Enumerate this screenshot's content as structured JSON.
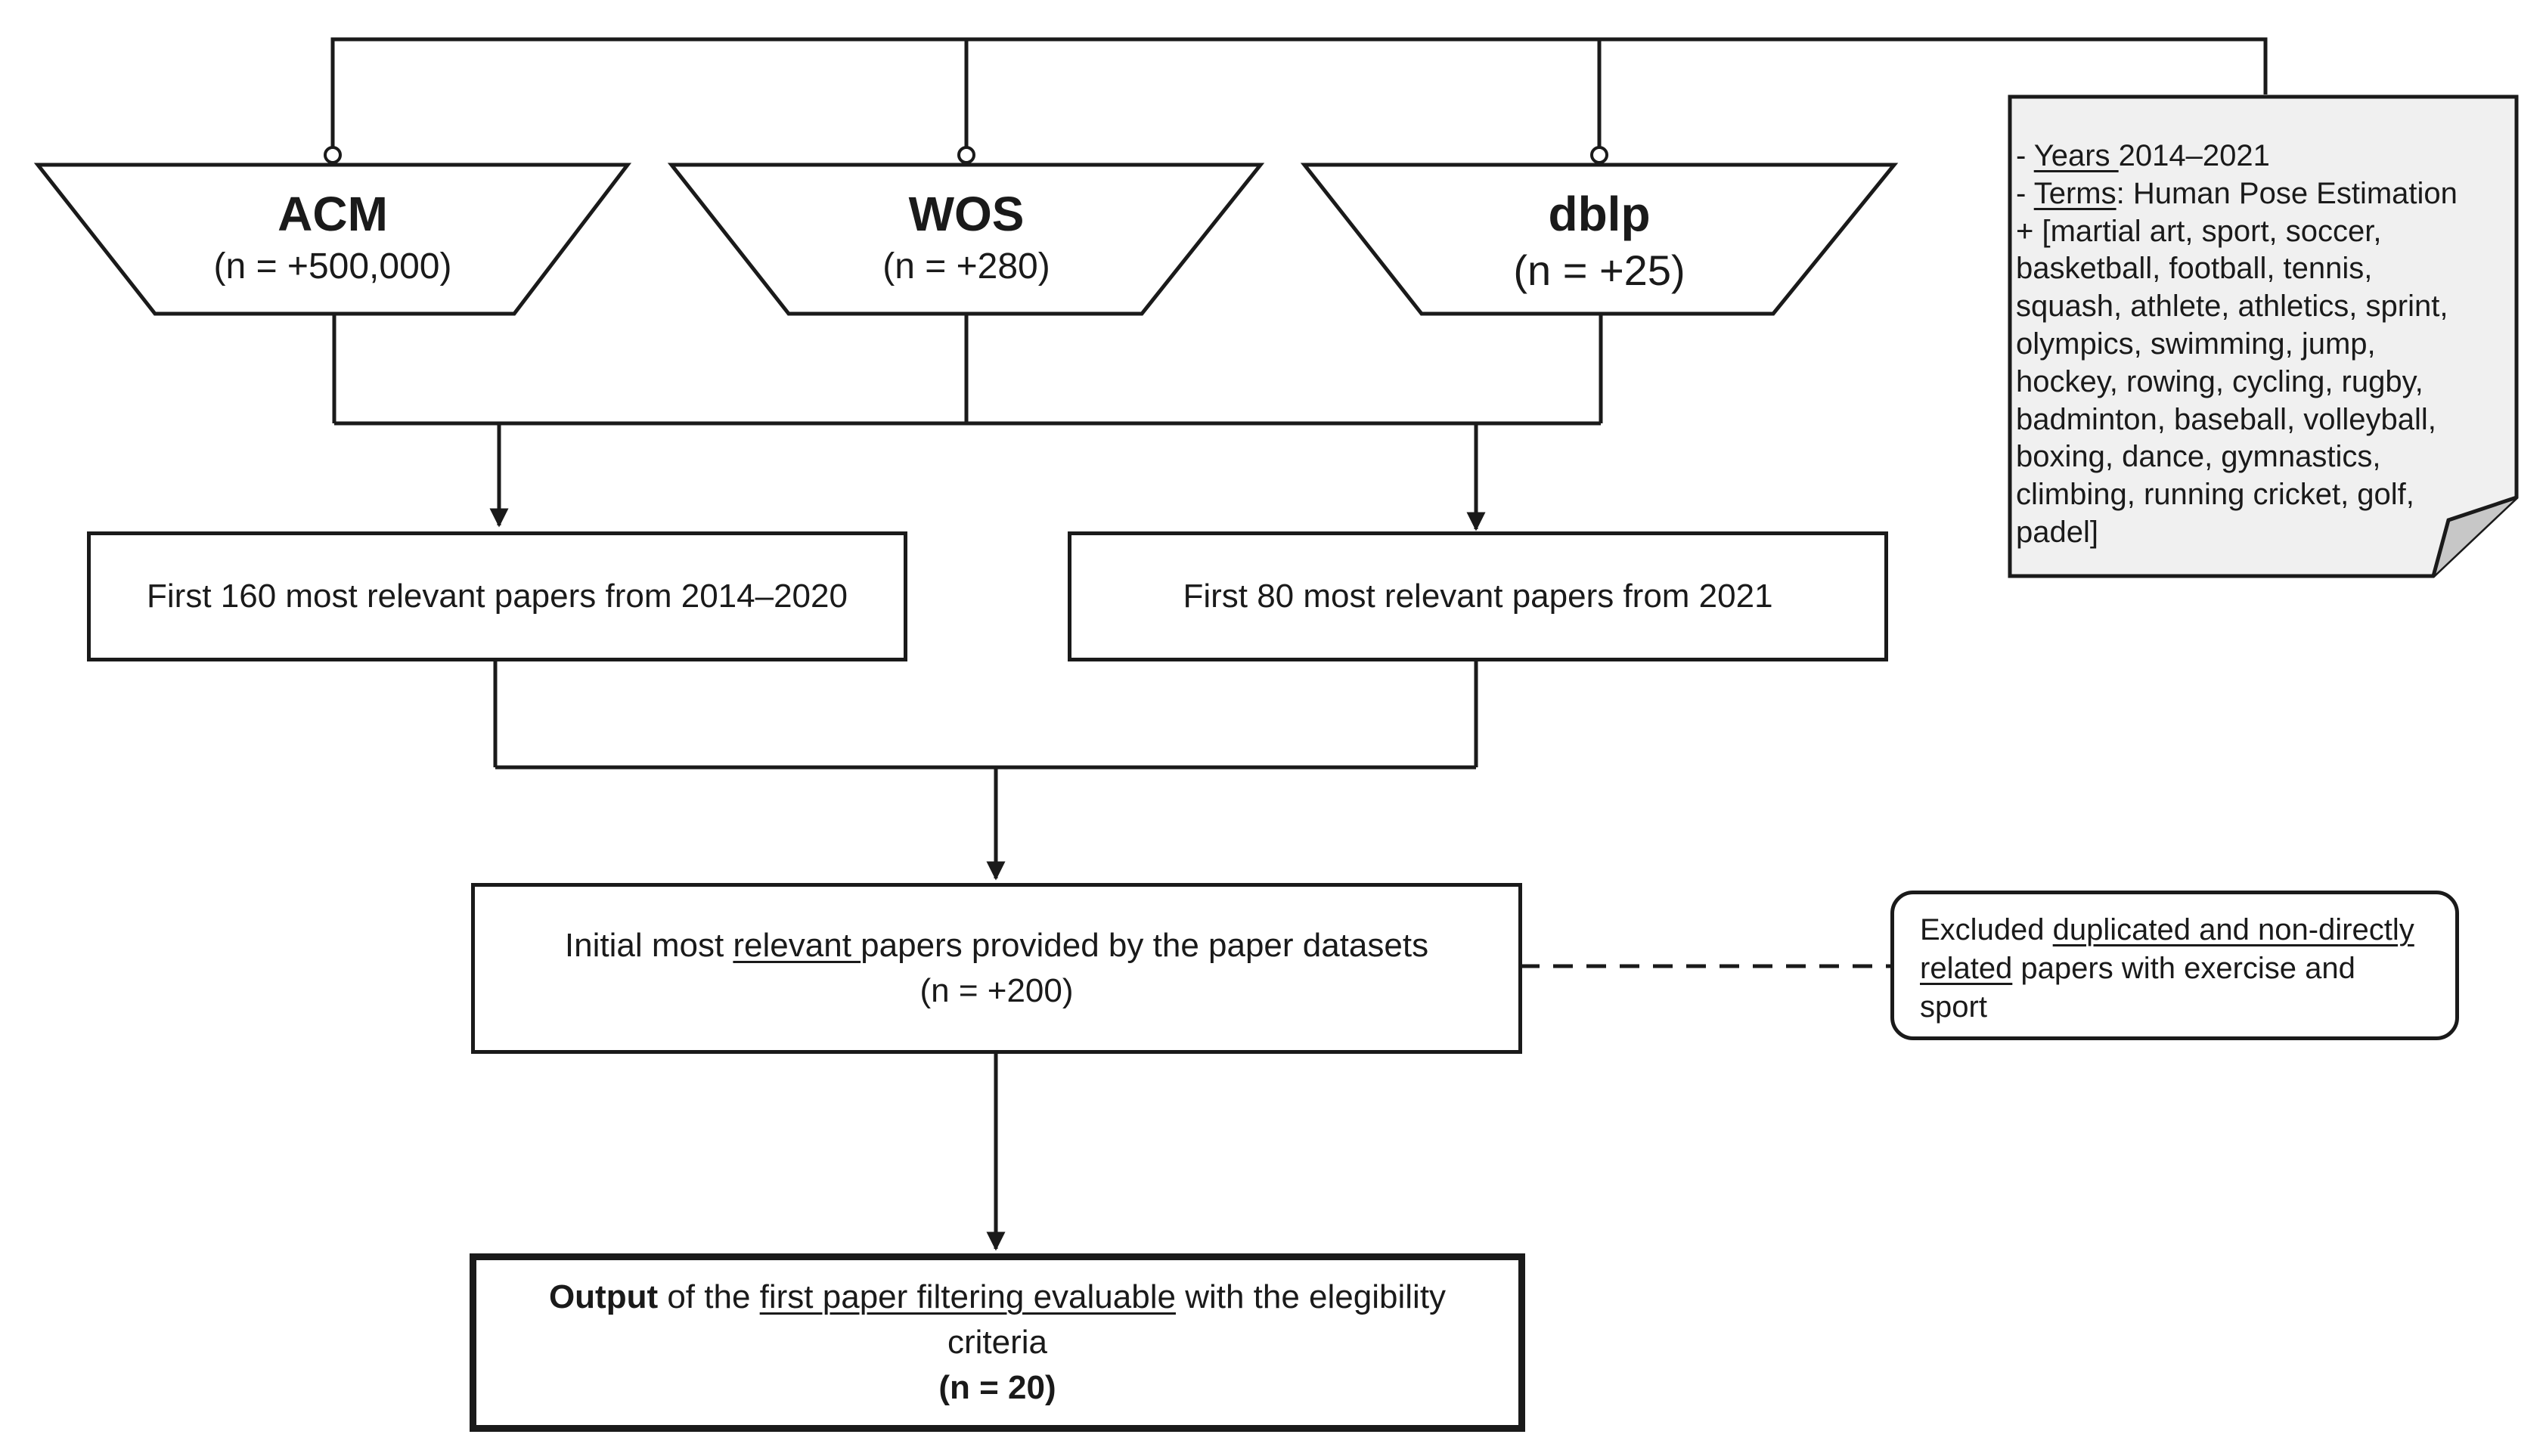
{
  "sources": [
    {
      "name": "ACM",
      "count": "(n = +500,000)"
    },
    {
      "name": "WOS",
      "count": "(n = +280)"
    },
    {
      "name": "dblp",
      "count": "(n = +25)"
    }
  ],
  "criteria_note": {
    "years_label": "Years ",
    "years_value": "2014–2021",
    "terms_label": "Terms",
    "terms_value": ": Human Pose Estimation",
    "terms_list": "+ [martial art, sport, soccer, basketball, football, tennis, squash, athlete, athletics, sprint, olympics, swimming, jump, hockey, rowing, cycling, rugby, badminton, baseball, volleyball, boxing, dance, gymnastics, climbing, running cricket, golf, padel]"
  },
  "step_left": "First 160 most relevant papers from 2014–2020",
  "step_right": "First 80 most relevant papers from 2021",
  "initial": {
    "pre": "Initial most ",
    "underlined": "relevant ",
    "post": "papers provided by the paper datasets",
    "count": "(n = +200)"
  },
  "excluded": {
    "pre": "Excluded ",
    "underlined": "duplicated and non-directly related",
    "post": " papers with exercise and sport"
  },
  "output": {
    "bold": "Output",
    "mid": " of the ",
    "underlined": "first paper filtering evaluable",
    "post": " with the elegibility criteria",
    "count": "(n = 20)"
  }
}
